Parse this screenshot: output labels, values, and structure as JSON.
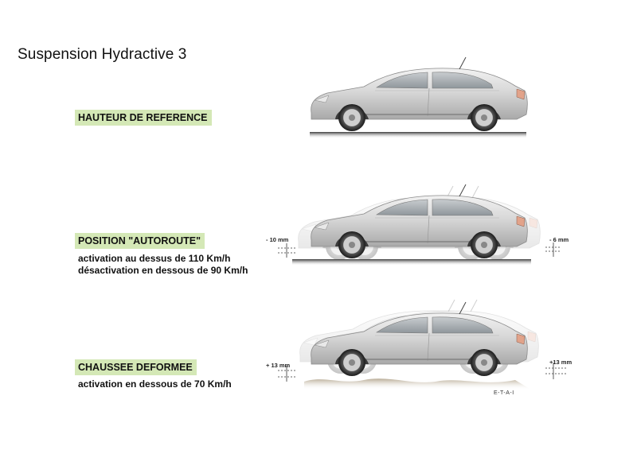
{
  "title": "Suspension Hydractive 3",
  "sections": [
    {
      "label": "HAUTEUR DE REFERENCE",
      "lines": []
    },
    {
      "label": "POSITION \"AUTOROUTE\"",
      "lines": [
        "activation au dessus de 110 Km/h",
        "désactivation en dessous de 90 Km/h"
      ],
      "front_measure": "- 10 mm",
      "rear_measure": "- 6 mm"
    },
    {
      "label": "CHAUSSEE DEFORMEE",
      "lines": [
        "activation en dessous de 70 Km/h"
      ],
      "front_measure": "+ 13 mm",
      "rear_measure": "+13 mm"
    }
  ],
  "credit": "E-T-A-I",
  "colors": {
    "label_bg": "#d4e8b6",
    "car_body": "#d6d6d6",
    "road": "#2a2a2a"
  }
}
